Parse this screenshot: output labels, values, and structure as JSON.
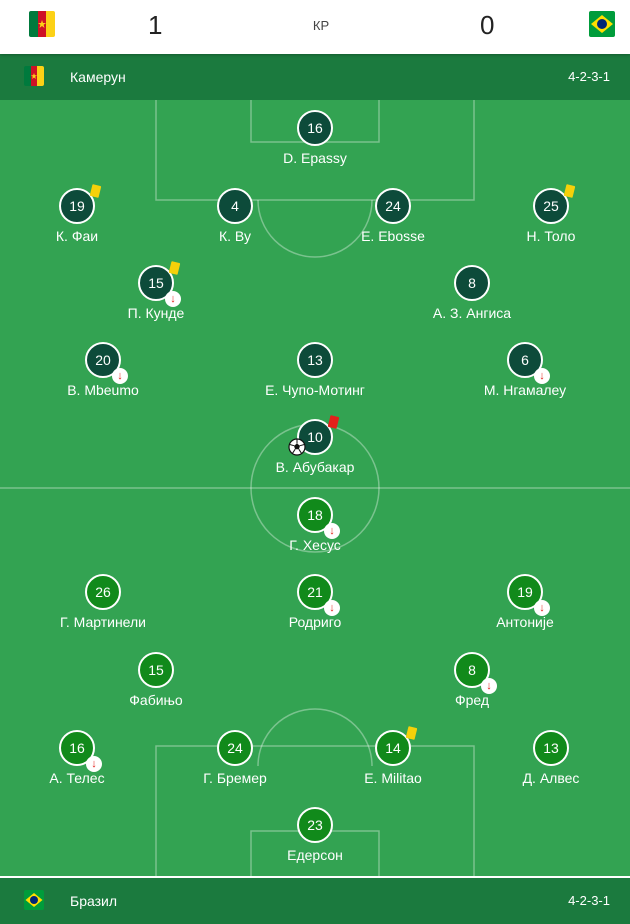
{
  "match": {
    "home_score": "1",
    "away_score": "0",
    "status": "КР"
  },
  "home_team": {
    "name": "Камерун",
    "formation": "4-2-3-1",
    "flag": "cameroon-flag",
    "players": [
      {
        "number": "16",
        "name": "D. Epassy"
      },
      {
        "number": "19",
        "name": "К. Фаи",
        "card": "yellow"
      },
      {
        "number": "4",
        "name": "К. Ву"
      },
      {
        "number": "24",
        "name": "E. Ebosse"
      },
      {
        "number": "25",
        "name": "Н. Толо",
        "card": "yellow"
      },
      {
        "number": "15",
        "name": "П. Кунде",
        "card": "yellow",
        "sub": true
      },
      {
        "number": "8",
        "name": "А. З. Ангиса"
      },
      {
        "number": "20",
        "name": "B. Mbeumo",
        "sub": true
      },
      {
        "number": "13",
        "name": "Е. Чупо-Мотинг"
      },
      {
        "number": "6",
        "name": "М. Нгамалеу",
        "sub": true
      },
      {
        "number": "10",
        "name": "В. Абубакар",
        "card": "red",
        "goal": true
      }
    ]
  },
  "away_team": {
    "name": "Бразил",
    "formation": "4-2-3-1",
    "flag": "brazil-flag",
    "players": [
      {
        "number": "18",
        "name": "Г. Хесус",
        "sub": true
      },
      {
        "number": "26",
        "name": "Г. Мартинели"
      },
      {
        "number": "21",
        "name": "Родриго",
        "sub": true
      },
      {
        "number": "19",
        "name": "Антоније",
        "sub": true
      },
      {
        "number": "15",
        "name": "Фабињо"
      },
      {
        "number": "8",
        "name": "Фред",
        "sub": true
      },
      {
        "number": "16",
        "name": "А. Телес",
        "sub": true
      },
      {
        "number": "24",
        "name": "Г. Бремер"
      },
      {
        "number": "14",
        "name": "E. Militao",
        "card": "yellow"
      },
      {
        "number": "13",
        "name": "Д. Алвес"
      },
      {
        "number": "23",
        "name": "Едерсон"
      }
    ]
  },
  "colors": {
    "pitch": "#33a352",
    "team_bar": "#1b7a3e",
    "home_player": "#0d4b3a",
    "away_player": "#118a1b",
    "yellow_card": "#f5d10a",
    "red_card": "#e3201b"
  },
  "icons": {
    "substitution": "arrow-down-icon",
    "goal": "football-icon",
    "yellow_card": "yellow-card-icon",
    "red_card": "red-card-icon"
  }
}
